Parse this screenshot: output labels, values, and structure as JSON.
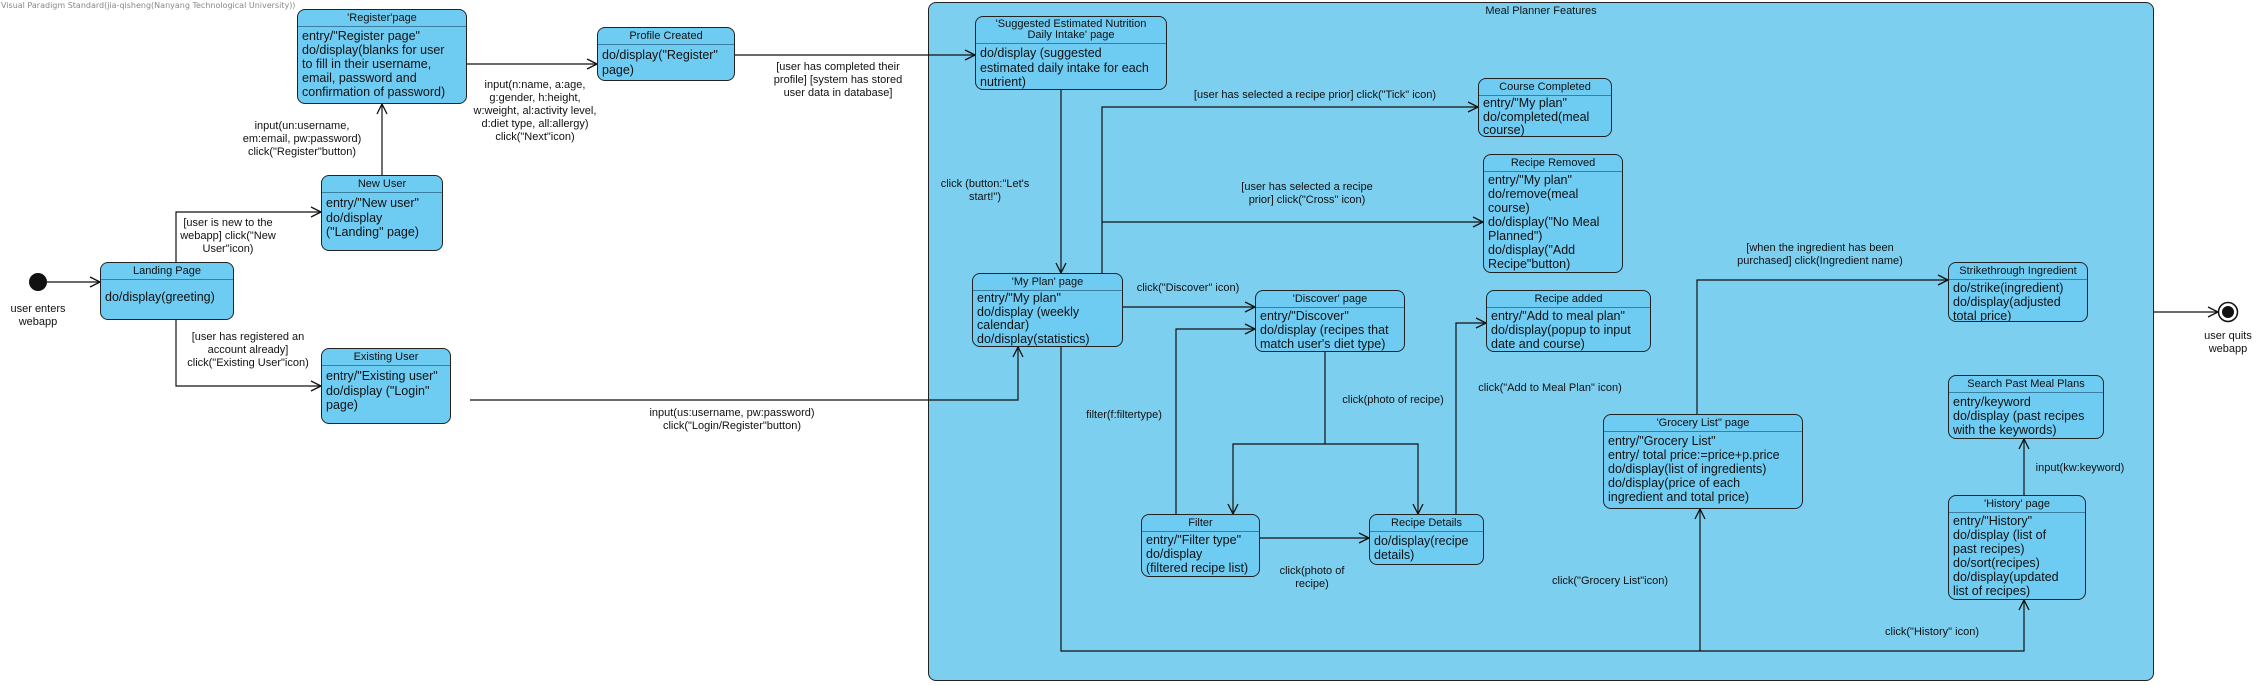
{
  "watermark": "Visual Paradigm Standard(jia-qisheng(Nanyang Technological University))",
  "composite": {
    "title": "Meal Planner Features"
  },
  "start": {
    "caption_l1": "user enters",
    "caption_l2": "webapp"
  },
  "end": {
    "caption_l1": "user quits",
    "caption_l2": "webapp"
  },
  "states": {
    "landing": {
      "name": "Landing Page",
      "lines": [
        "do/display(greeting)"
      ]
    },
    "new_user": {
      "name": "New User",
      "lines": [
        "entry/\"New user\"",
        "do/display",
        "(\"Landing\" page)"
      ]
    },
    "existing_user": {
      "name": "Existing User",
      "lines": [
        "entry/\"Existing user\"",
        "do/display (\"Login\"",
        "page)"
      ]
    },
    "register": {
      "name": "'Register'page",
      "lines": [
        "entry/\"Register page\"",
        "do/display(blanks for user",
        "to fill in their username,",
        "email, password and",
        "confirmation of password)"
      ]
    },
    "profile": {
      "name": "Profile Created",
      "lines": [
        "do/display(\"Register\"",
        "page)"
      ]
    },
    "suggested": {
      "name_l1": "'Suggested Estimated Nutrition",
      "name_l2": "Daily Intake' page",
      "lines": [
        "do/display (suggested",
        "estimated daily intake for each",
        "nutrient)"
      ]
    },
    "myplan": {
      "name": "'My Plan' page",
      "lines": [
        "entry/\"My plan\"",
        "do/display (weekly",
        "calendar)",
        "do/display(statistics)"
      ]
    },
    "course_completed": {
      "name": "Course Completed",
      "lines": [
        "entry/\"My plan\"",
        "do/completed(meal",
        "course)"
      ]
    },
    "recipe_removed": {
      "name": "Recipe Removed",
      "lines": [
        "entry/\"My plan\"",
        "do/remove(meal",
        "course)",
        "do/display(\"No Meal",
        "Planned\")",
        "do/display(\"Add",
        "Recipe\"button)"
      ]
    },
    "discover": {
      "name": "'Discover' page",
      "lines": [
        "entry/\"Discover\"",
        "do/display (recipes that",
        "match user's diet type)"
      ]
    },
    "recipe_added": {
      "name": "Recipe added",
      "lines": [
        "entry/\"Add to meal plan\"",
        "do/display(popup to input",
        "date and course)"
      ]
    },
    "filter": {
      "name": "Filter",
      "lines": [
        "entry/\"Filter type\"",
        "do/display",
        "(filtered recipe list)"
      ]
    },
    "recipe_details": {
      "name": "Recipe Details",
      "lines": [
        "do/display(recipe",
        "details)"
      ]
    },
    "grocery": {
      "name": "'Grocery List\" page",
      "lines": [
        "entry/\"Grocery List\"",
        "entry/ total price:=price+p.price",
        "do/display(list of ingredients)",
        "do/display(price of each",
        "ingredient and total price)"
      ]
    },
    "strike": {
      "name": "Strikethrough Ingredient",
      "lines": [
        "do/strike(ingredient)",
        "do/display(adjusted",
        "total price)"
      ]
    },
    "search": {
      "name": "Search Past Meal Plans",
      "lines": [
        "entry/keyword",
        "do/display (past recipes",
        "with the keywords)"
      ]
    },
    "history": {
      "name": "'History' page",
      "lines": [
        "entry/\"History\"",
        "do/display (list of",
        "past recipes)",
        "do/sort(recipes)",
        "do/display(updated",
        "list of recipes)"
      ]
    }
  },
  "transitions": {
    "new_user": [
      "[user is new to the",
      "webapp] click(\"New",
      "User\"icon)"
    ],
    "existing_user": [
      "[user has registered an",
      "account already]",
      "click(\"Existing User\"icon)"
    ],
    "register_input": [
      "input(un:username,",
      "em:email, pw:password)",
      "click(\"Register\"button)"
    ],
    "profile_input": [
      "input(n:name, a:age,",
      "g:gender, h:height,",
      "w:weight, al:activity level,",
      "d:diet type, all:allergy)",
      "click(\"Next\"icon)"
    ],
    "profile_done": [
      "[user has completed their",
      "profile] [system has stored",
      "user data in database]"
    ],
    "login": [
      "input(us:username, pw:password)",
      "click(\"Login/Register\"button)"
    ],
    "lets_start": [
      "click (button:\"Let's",
      "start!\")"
    ],
    "tick": [
      "[user has selected a recipe prior] click(\"Tick\" icon)"
    ],
    "cross": [
      "[user has selected a recipe",
      "prior] click(\"Cross\" icon)"
    ],
    "discover_click": [
      "click(\"Discover\" icon)"
    ],
    "filter_label": [
      "filter(f:filtertype)"
    ],
    "photo1": [
      "click(photo of recipe)"
    ],
    "photo2": [
      "click(photo of",
      "recipe)"
    ],
    "add_to_plan": [
      "click(\"Add to Meal Plan\" icon)"
    ],
    "purchased": [
      "[when the ingredient has been",
      "purchased] click(Ingredient name)"
    ],
    "grocery_click": [
      "click(\"Grocery List\"icon)"
    ],
    "history_click": [
      "click(\"History\" icon)"
    ],
    "keyword": [
      "input(kw:keyword)"
    ]
  }
}
